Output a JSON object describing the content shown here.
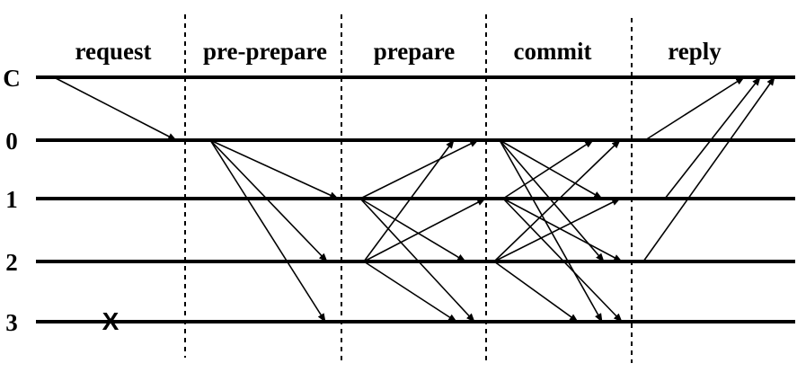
{
  "phases": [
    "request",
    "pre-prepare",
    "prepare",
    "commit",
    "reply"
  ],
  "nodes": [
    "C",
    "0",
    "1",
    "2",
    "3"
  ],
  "fault_mark": "X",
  "messages": [
    {
      "phase": "request",
      "from": "C",
      "to": "0"
    },
    {
      "phase": "pre-prepare",
      "from": "0",
      "to": "1"
    },
    {
      "phase": "pre-prepare",
      "from": "0",
      "to": "2"
    },
    {
      "phase": "pre-prepare",
      "from": "0",
      "to": "3"
    },
    {
      "phase": "prepare",
      "from": "1",
      "to": "0"
    },
    {
      "phase": "prepare",
      "from": "1",
      "to": "2"
    },
    {
      "phase": "prepare",
      "from": "1",
      "to": "3"
    },
    {
      "phase": "prepare",
      "from": "2",
      "to": "0"
    },
    {
      "phase": "prepare",
      "from": "2",
      "to": "1"
    },
    {
      "phase": "prepare",
      "from": "2",
      "to": "3"
    },
    {
      "phase": "commit",
      "from": "0",
      "to": "1"
    },
    {
      "phase": "commit",
      "from": "0",
      "to": "2"
    },
    {
      "phase": "commit",
      "from": "0",
      "to": "3"
    },
    {
      "phase": "commit",
      "from": "1",
      "to": "0"
    },
    {
      "phase": "commit",
      "from": "1",
      "to": "2"
    },
    {
      "phase": "commit",
      "from": "1",
      "to": "3"
    },
    {
      "phase": "commit",
      "from": "2",
      "to": "0"
    },
    {
      "phase": "commit",
      "from": "2",
      "to": "1"
    },
    {
      "phase": "commit",
      "from": "2",
      "to": "3"
    },
    {
      "phase": "reply",
      "from": "0",
      "to": "C"
    },
    {
      "phase": "reply",
      "from": "1",
      "to": "C"
    },
    {
      "phase": "reply",
      "from": "2",
      "to": "C"
    }
  ]
}
